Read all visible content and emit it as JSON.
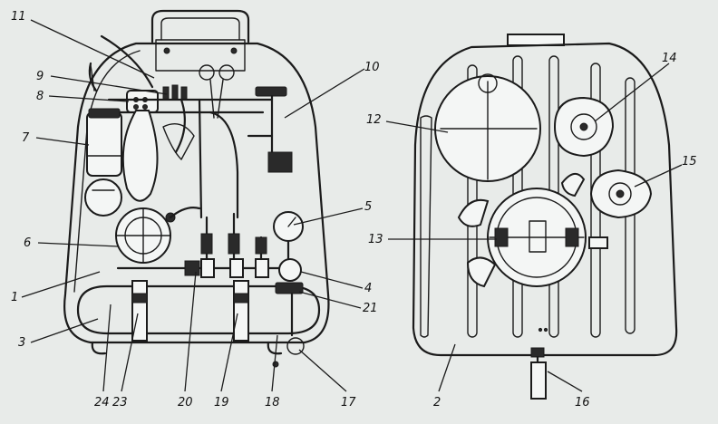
{
  "labels": {
    "l1": "1",
    "l2": "2",
    "l3": "3",
    "l4": "4",
    "l5": "5",
    "l6": "6",
    "l7": "7",
    "l8": "8",
    "l9": "9",
    "l10": "10",
    "l11": "11",
    "l12": "12",
    "l13": "13",
    "l14": "14",
    "l15": "15",
    "l16": "16",
    "l17": "17",
    "l18": "18",
    "l19": "19",
    "l20": "20",
    "l21": "21",
    "l23": "23",
    "l24": "24"
  }
}
